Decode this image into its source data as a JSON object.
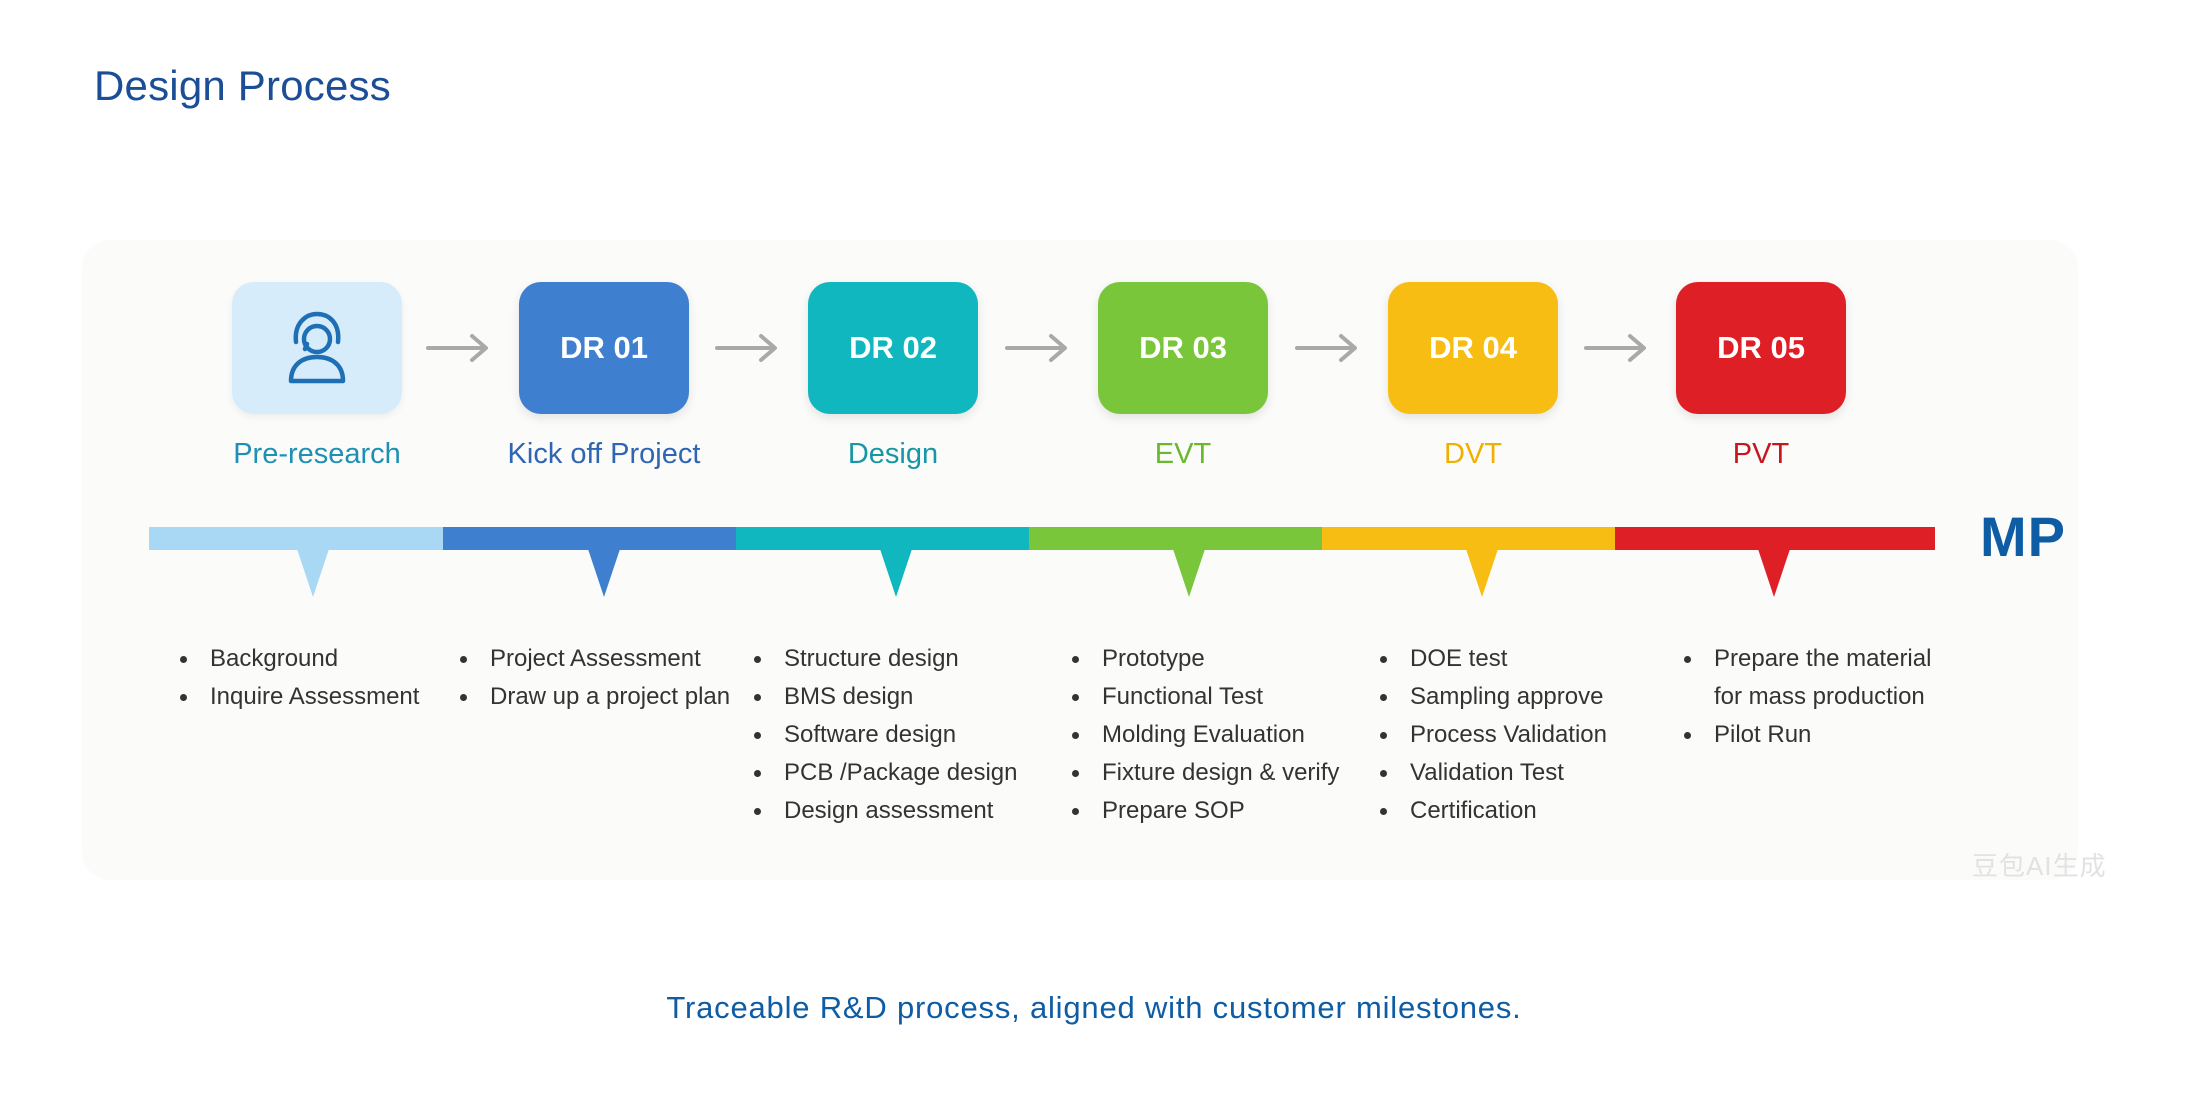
{
  "page": {
    "title": "Design Process",
    "footer": "Traceable R&D process, aligned with customer milestones.",
    "end_label": "MP",
    "watermark": "豆包AI生成"
  },
  "colors": {
    "title": "#1b4e96",
    "pre_research": "#a9d8f5",
    "dr01": "#3f7fd0",
    "dr02": "#10b7bf",
    "dr03": "#7ac63a",
    "dr04": "#f7bd12",
    "dr05": "#de1f26",
    "end_label": "#0e5ca4",
    "arrow": "#a9a9a9"
  },
  "stages": [
    {
      "box_text": "",
      "icon": "user-headset-icon",
      "label": "Pre-research",
      "color": "#a9d8f5",
      "label_color": "#1e90b4",
      "items": [
        "Background",
        "Inquire Assessment"
      ]
    },
    {
      "box_text": "DR 01",
      "label": "Kick off Project",
      "color": "#3f7fd0",
      "label_color": "#2f66b4",
      "items": [
        "Project Assessment",
        "Draw up a project plan"
      ]
    },
    {
      "box_text": "DR 02",
      "label": "Design",
      "color": "#10b7bf",
      "label_color": "#1797a6",
      "items": [
        "Structure design",
        "BMS design",
        "Software design",
        "PCB /Package design",
        "Design assessment"
      ]
    },
    {
      "box_text": "DR 03",
      "label": "EVT",
      "color": "#7ac63a",
      "label_color": "#6ab82e",
      "items": [
        "Prototype",
        "Functional Test",
        "Molding Evaluation",
        "Fixture design & verify",
        "Prepare SOP"
      ]
    },
    {
      "box_text": "DR 04",
      "label": "DVT",
      "color": "#f7bd12",
      "label_color": "#f0b000",
      "items": [
        "DOE test",
        "Sampling approve",
        "Process Validation",
        "Validation Test",
        "Certification"
      ]
    },
    {
      "box_text": "DR 05",
      "label": "PVT",
      "color": "#de1f26",
      "label_color": "#c8161e",
      "items": [
        "Prepare the material for mass production",
        "Pilot Run"
      ]
    }
  ]
}
